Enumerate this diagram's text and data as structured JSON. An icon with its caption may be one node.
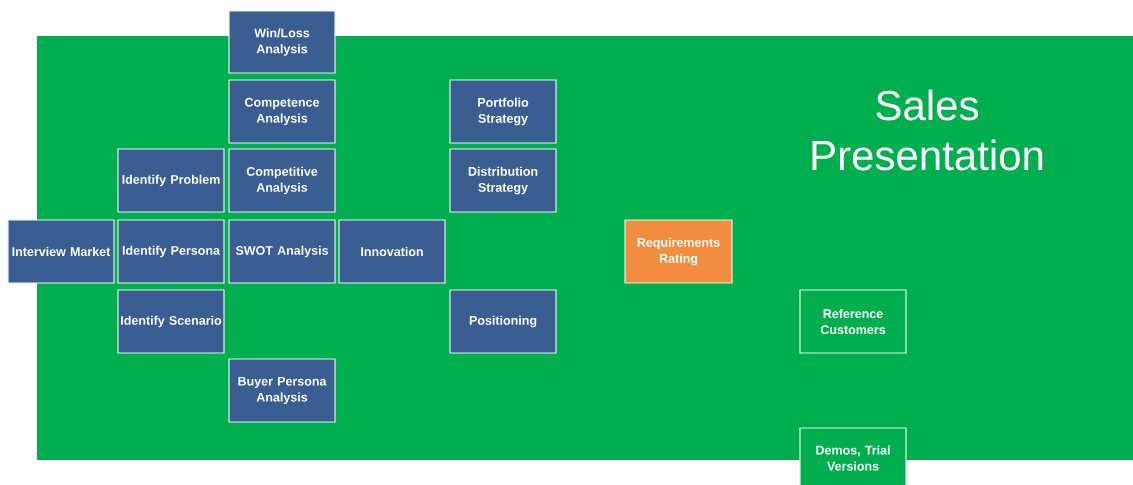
{
  "diagram": {
    "title": "Sales Presentation",
    "nodes": [
      {
        "text": [
          "Win/Loss Analysis"
        ]
      },
      {
        "text": [
          "Competence Analysis"
        ]
      },
      {
        "text": [
          "Portfolio Strategy"
        ]
      },
      {
        "text": [
          "Identify Problem"
        ]
      },
      {
        "text": [
          "Competitive Analysis"
        ]
      },
      {
        "text": [
          "Distribution Strategy"
        ]
      },
      {
        "text": [
          "Interview Market"
        ]
      },
      {
        "text": [
          "Identify Persona"
        ]
      },
      {
        "text": [
          "SWOT Analysis"
        ]
      },
      {
        "text": [
          "Innovation"
        ]
      },
      {
        "text": [
          "Requirements Rating"
        ]
      },
      {
        "text": [
          "Identify Scenario"
        ]
      },
      {
        "text": [
          "Positioning"
        ]
      },
      {
        "text": [
          "Reference Customers"
        ]
      },
      {
        "text": [
          "Buyer Persona Analysis"
        ]
      },
      {
        "text": [
          "Demos, Trial Versions"
        ]
      }
    ]
  }
}
